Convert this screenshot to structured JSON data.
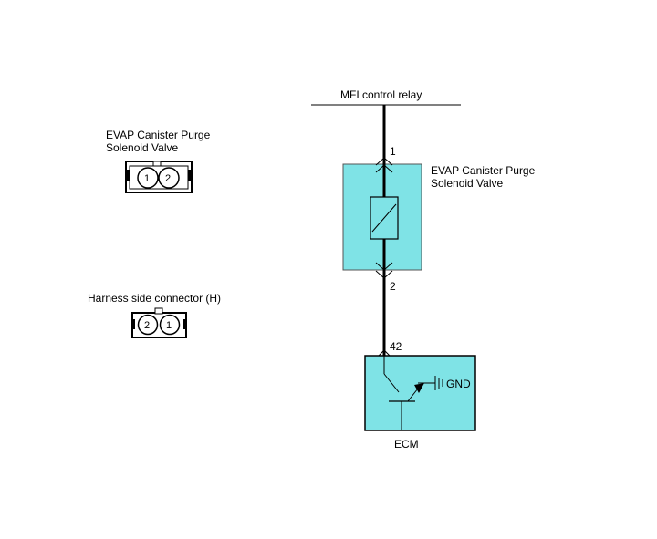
{
  "top_label": "MFI control relay",
  "component_connector": {
    "title_line1": "EVAP Canister Purge",
    "title_line2": "Solenoid Valve",
    "pins": [
      "1",
      "2"
    ]
  },
  "harness_connector": {
    "title": "Harness side connector (H)",
    "pins": [
      "2",
      "1"
    ]
  },
  "solenoid": {
    "label_line1": "EVAP Canister Purge",
    "label_line2": "Solenoid Valve",
    "pin_top": "1",
    "pin_bottom": "2"
  },
  "ecm": {
    "label": "ECM",
    "pin": "42",
    "gnd_label": "GND"
  },
  "colors": {
    "module_fill": "#7fe3e6",
    "wire": "#000000"
  }
}
